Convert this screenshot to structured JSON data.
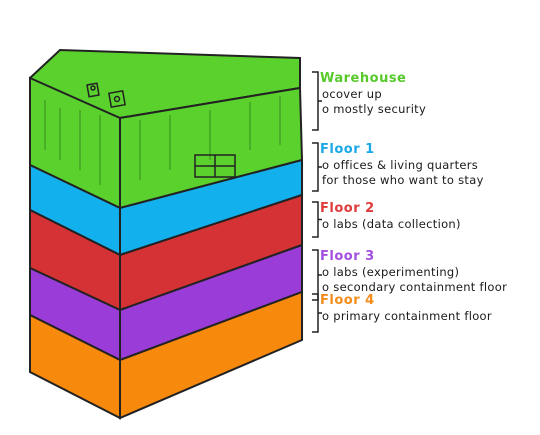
{
  "layers": [
    {
      "key": "warehouse",
      "title": "Warehouse",
      "color": "#5bd12e",
      "notes": [
        "ocover up",
        "o mostly security"
      ]
    },
    {
      "key": "floor1",
      "title": "Floor 1",
      "color": "#13b0ee",
      "notes": [
        "o offices & living quarters",
        "for those who want to stay"
      ]
    },
    {
      "key": "floor2",
      "title": "Floor 2",
      "color": "#d43234",
      "notes": [
        "o labs (data collection)"
      ]
    },
    {
      "key": "floor3",
      "title": "Floor 3",
      "color": "#9a3cd8",
      "notes": [
        "o labs (experimenting)",
        "o secondary containment floor"
      ]
    },
    {
      "key": "floor4",
      "title": "Floor 4",
      "color": "#f7890d",
      "notes": [
        "o primary containment floor"
      ]
    }
  ],
  "colors": {
    "warehouse_top": "#5bd12e",
    "outline": "#222222",
    "title_warehouse": "#57c92a",
    "title_floor1": "#1aa9e6",
    "title_floor2": "#e03a3a",
    "title_floor3": "#a44ee0",
    "title_floor4": "#f28c1a"
  },
  "icons": [
    "camera-icon",
    "camera-icon",
    "door-icon"
  ]
}
